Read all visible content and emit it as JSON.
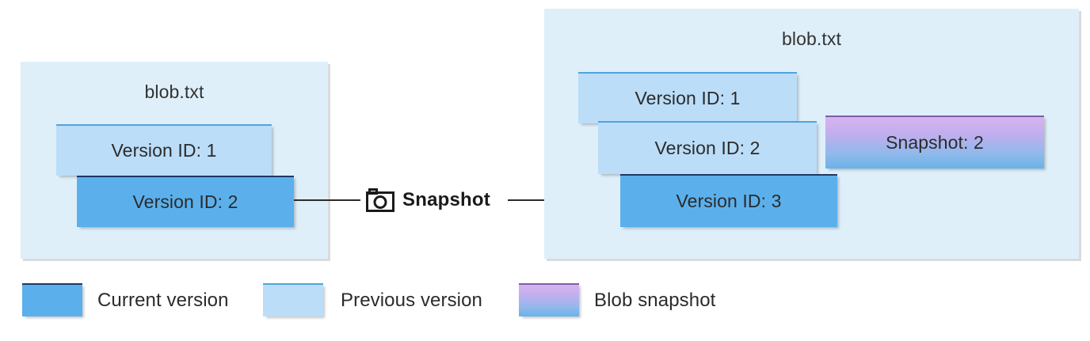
{
  "diagram": {
    "title_left": "blob.txt",
    "title_right": "blob.txt",
    "transition_label": "Snapshot",
    "transition_icon": "camera-icon",
    "colors": {
      "container_background": "#DEEFF9",
      "current_version": "#5BB0EC",
      "previous_version": "#BBDDF8",
      "snapshot_gradient_top": "#D6B4EF",
      "snapshot_gradient_bottom": "#6AB2E9",
      "connector": "#2b2b2b",
      "text": "#2b2b2b"
    }
  },
  "before": {
    "container_label": "blob.txt",
    "boxes": [
      {
        "label": "Version ID: 1",
        "kind": "previous"
      },
      {
        "label": "Version ID: 2",
        "kind": "current"
      }
    ]
  },
  "after": {
    "container_label": "blob.txt",
    "boxes": [
      {
        "label": "Version ID: 1",
        "kind": "previous"
      },
      {
        "label": "Version ID: 2",
        "kind": "previous"
      },
      {
        "label": "Version ID: 3",
        "kind": "current"
      },
      {
        "label": "Snapshot: 2",
        "kind": "snapshot"
      }
    ]
  },
  "legend": {
    "items": [
      {
        "label": "Current version",
        "kind": "current"
      },
      {
        "label": "Previous version",
        "kind": "previous"
      },
      {
        "label": "Blob snapshot",
        "kind": "snapshot"
      }
    ]
  }
}
